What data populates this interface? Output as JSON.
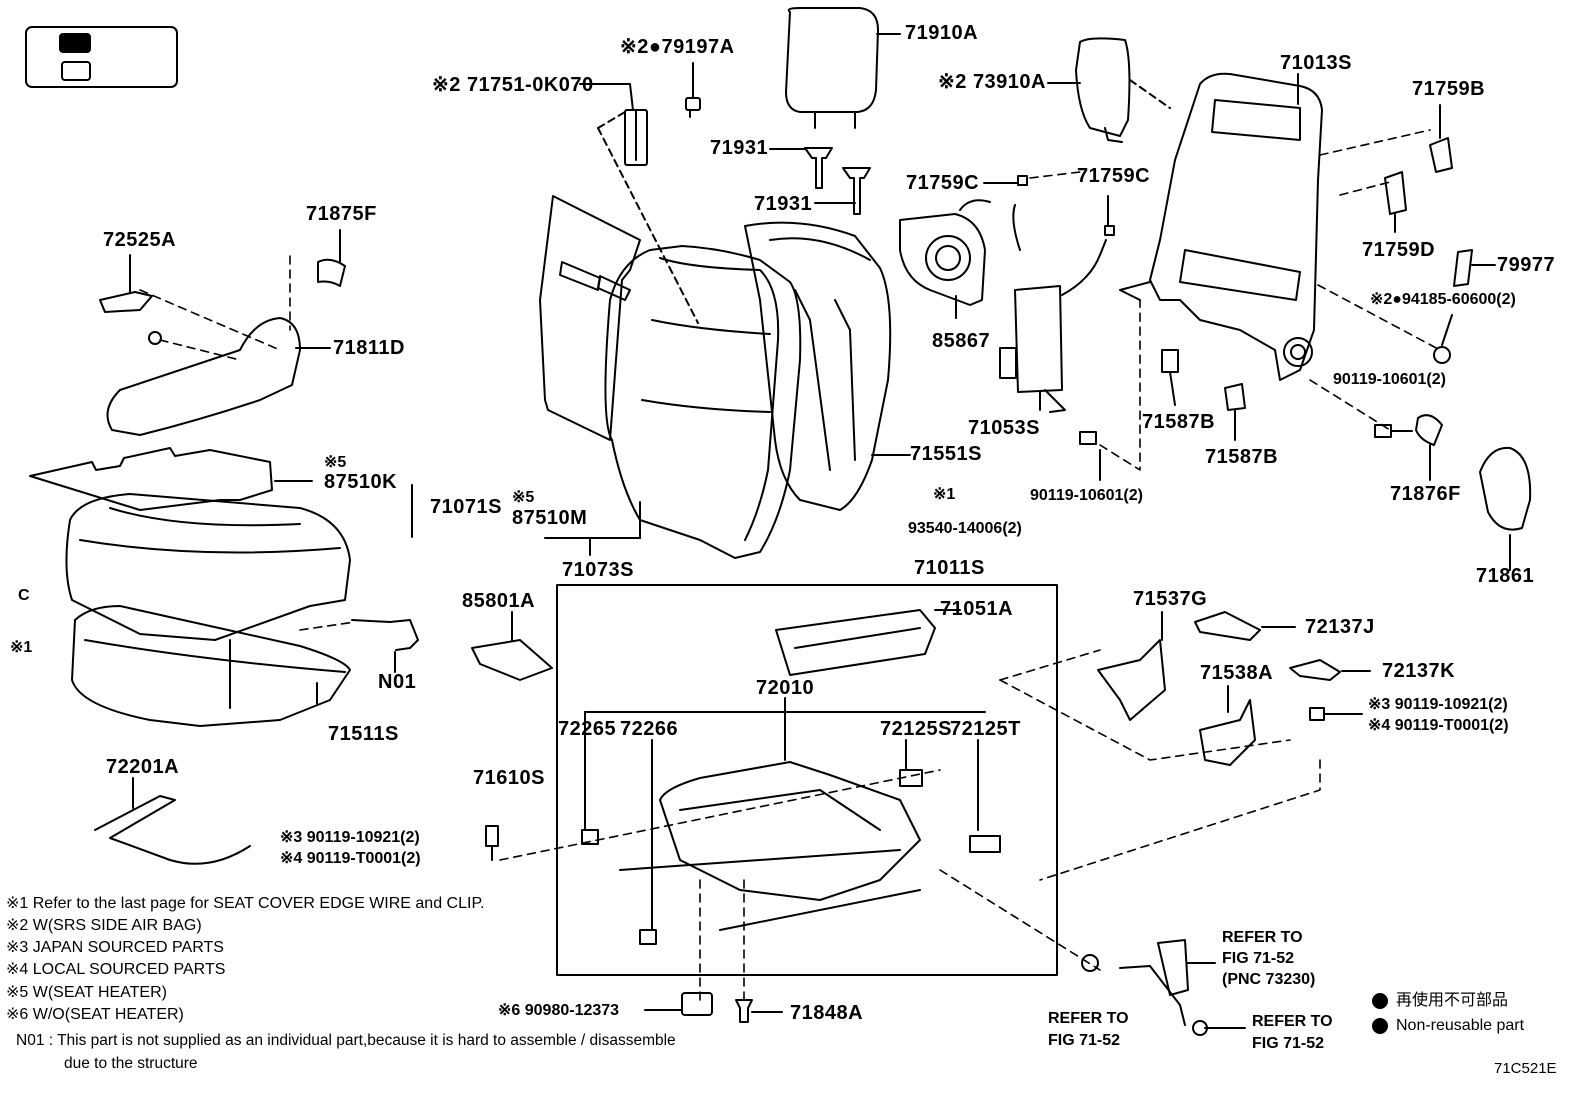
{
  "part_labels": {
    "p71910A": "71910A",
    "p79197A": "※2●79197A",
    "p71751": "※2 71751-0K070",
    "p73910A": "※2 73910A",
    "p71013S": "71013S",
    "p71759B": "71759B",
    "p71931a": "71931",
    "p71931b": "71931",
    "p71759C1": "71759C",
    "p71759C2": "71759C",
    "p71759D": "71759D",
    "p79977": "79977",
    "p94185": "※2●94185-60600(2)",
    "p71875F": "71875F",
    "p72525A": "72525A",
    "p71811D": "71811D",
    "p85867": "85867",
    "p90119a": "90119-10601(2)",
    "p71053S": "71053S",
    "p71587B1": "71587B",
    "p71587B2": "71587B",
    "p71876F": "71876F",
    "p71861": "71861",
    "p5a": "※5",
    "p87510K": "87510K",
    "p71071S": "71071S",
    "p5b": "※5",
    "p87510M": "87510M",
    "p71551S": "71551S",
    "p90119b": "90119-10601(2)",
    "p1a": "※1",
    "p93540": "93540-14006(2)",
    "p71073S": "71073S",
    "p71011S": "71011S",
    "pC": "C",
    "p1b": "※1",
    "p85801A": "85801A",
    "p71051A": "71051A",
    "p71537G": "71537G",
    "p72137J": "72137J",
    "pN01": "N01",
    "p71511S": "71511S",
    "p72010": "72010",
    "p71538A": "71538A",
    "p72137K": "72137K",
    "p3a": "※3 90119-10921(2)",
    "p4a": "※4 90119-T0001(2)",
    "p72265": "72265",
    "p72266": "72266",
    "p72125S": "72125S",
    "p72125T": "72125T",
    "p72201A": "72201A",
    "p71610S": "71610S",
    "p3b": "※3 90119-10921(2)",
    "p4b": "※4 90119-T0001(2)",
    "p90980": "※6 90980-12373",
    "p71848A": "71848A",
    "ref1a": "REFER TO",
    "ref1b": "FIG 71-52",
    "ref1c": "(PNC 73230)",
    "ref2a": "REFER TO",
    "ref2b": "FIG 71-52",
    "ref3a": "REFER TO",
    "ref3b": "FIG 71-52"
  },
  "notes": [
    "※1  Refer to the last page for SEAT COVER EDGE WIRE and CLIP.",
    "※2  W(SRS SIDE AIR BAG)",
    "※3  JAPAN SOURCED PARTS",
    "※4  LOCAL SOURCED PARTS",
    "※5  W(SEAT HEATER)",
    "※6  W/O(SEAT HEATER)"
  ],
  "n01_note": {
    "line1": "N01 : This part is not supplied as an individual part,because it is hard to assemble / disassemble",
    "line2": "due to the structure"
  },
  "legend": {
    "jp": "再使用不可部品",
    "en": "Non-reusable part"
  },
  "figure_id": "71C521E",
  "colors": {
    "ink": "#000000",
    "background": "#ffffff"
  }
}
